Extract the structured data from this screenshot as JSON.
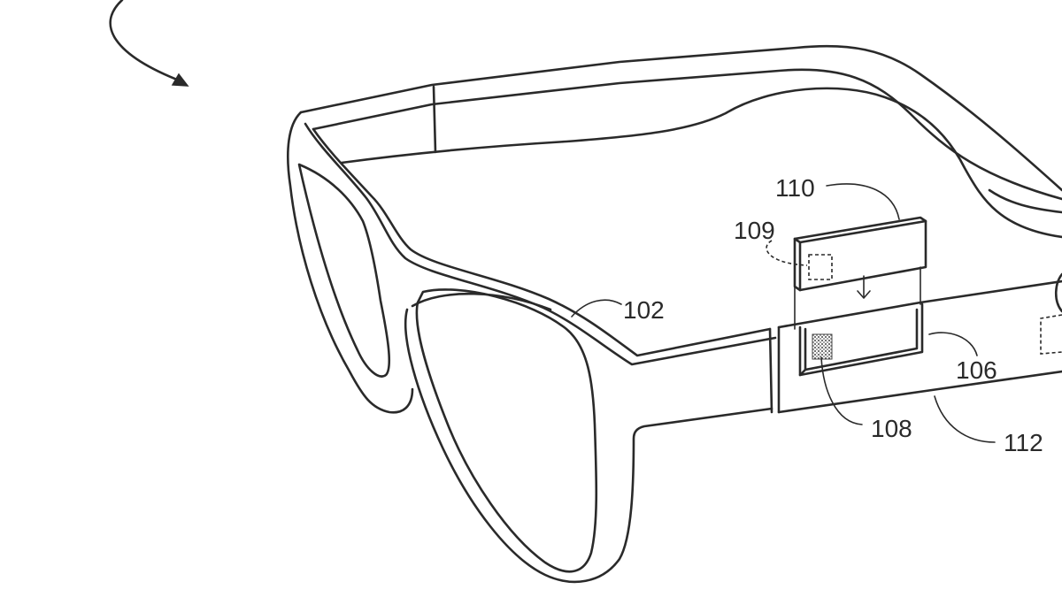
{
  "figure": {
    "labels": {
      "frame": "102",
      "slot": "106",
      "contact_pad": "108",
      "chip": "109",
      "module": "110",
      "temple": "112"
    },
    "colors": {
      "ink": "#2a2a2a",
      "background": "#ffffff",
      "pad_fill": "#8a8a8a"
    }
  }
}
